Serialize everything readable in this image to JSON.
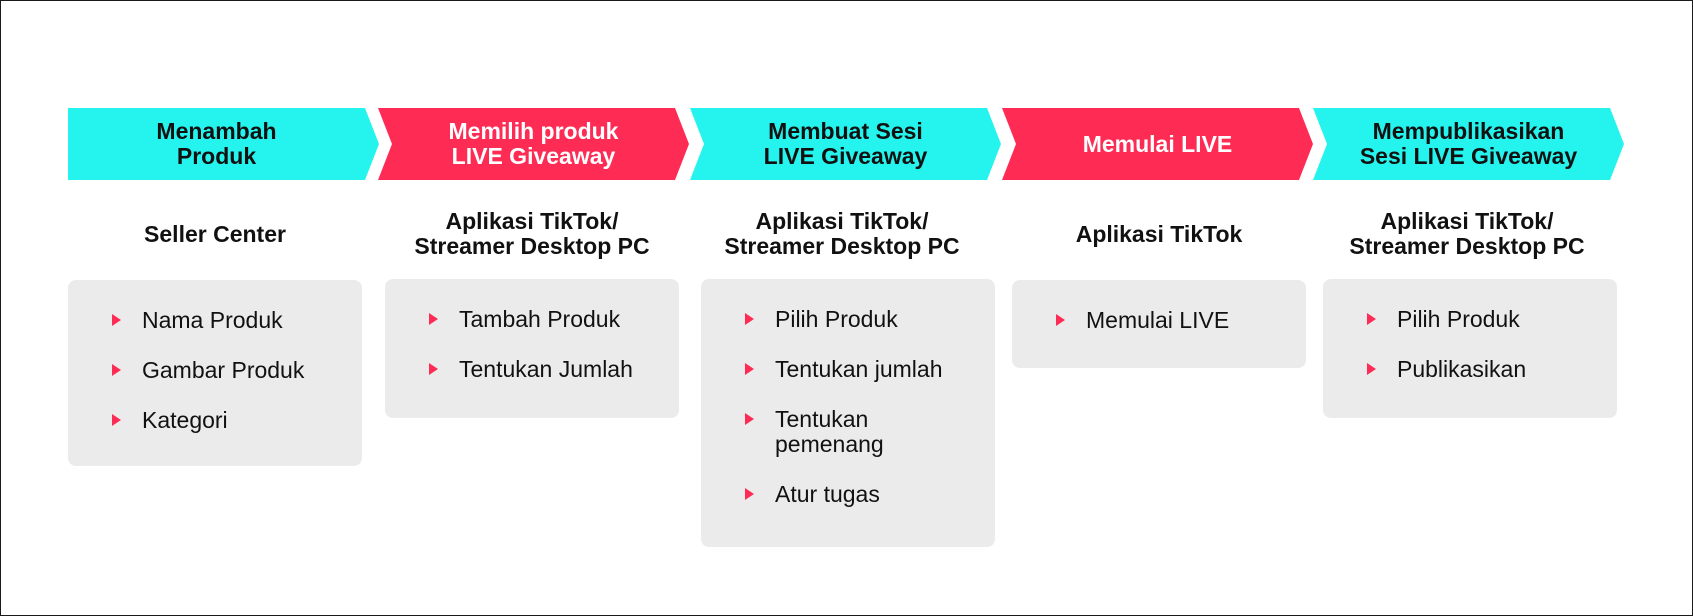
{
  "colors": {
    "cyan": "#25f4ee",
    "red": "#fe2c55",
    "box_bg": "#ebebeb",
    "text_dark": "#111111",
    "text_light": "#ffffff"
  },
  "steps": [
    {
      "title": "Menambah\nProduk",
      "platform": "Seller Center",
      "items": [
        "Nama Produk",
        "Gambar Produk",
        "Kategori"
      ]
    },
    {
      "title": "Memilih produk\nLIVE Giveaway",
      "platform": "Aplikasi TikTok/\nStreamer Desktop PC",
      "items": [
        "Tambah Produk",
        "Tentukan Jumlah"
      ]
    },
    {
      "title": "Membuat Sesi\nLIVE Giveaway",
      "platform": "Aplikasi TikTok/\nStreamer Desktop PC",
      "items": [
        "Pilih Produk",
        "Tentukan jumlah",
        "Tentukan\npemenang",
        "Atur tugas"
      ]
    },
    {
      "title": "Memulai LIVE",
      "platform": "Aplikasi TikTok",
      "items": [
        "Memulai LIVE"
      ]
    },
    {
      "title": "Mempublikasikan\nSesi LIVE Giveaway",
      "platform": "Aplikasi TikTok/\nStreamer Desktop PC",
      "items": [
        "Pilih Produk",
        "Publikasikan"
      ]
    }
  ]
}
